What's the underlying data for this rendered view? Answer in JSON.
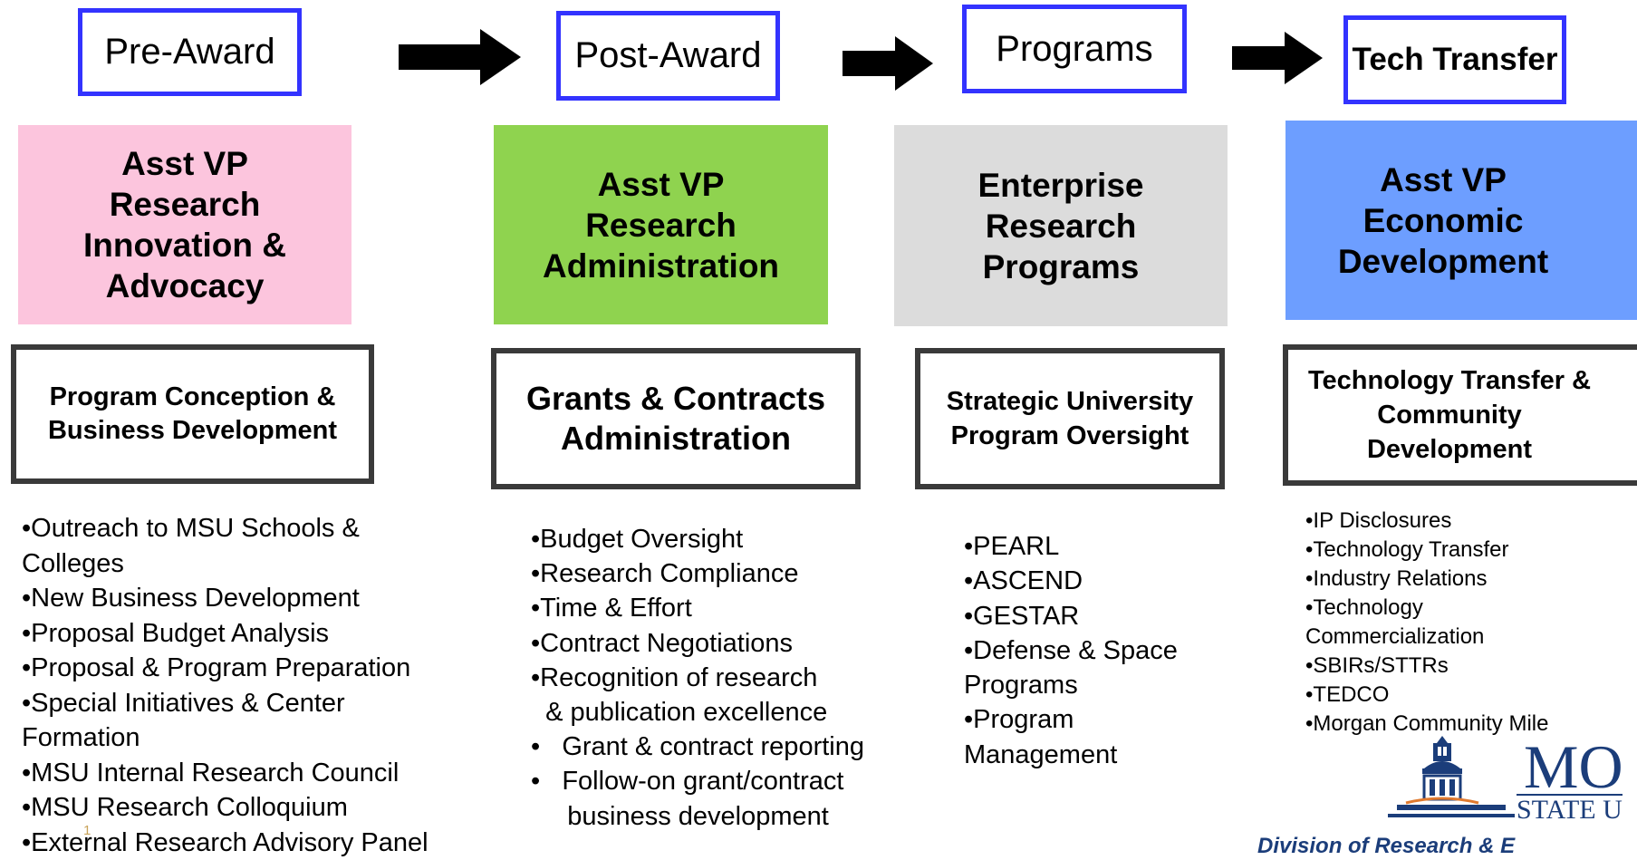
{
  "stages": [
    {
      "label": "Pre-Award"
    },
    {
      "label": "Post-Award"
    },
    {
      "label": "Programs"
    },
    {
      "label": "Tech Transfer"
    }
  ],
  "roles": [
    {
      "label": "Asst VP Research Innovation & Advocacy",
      "color": "#fcc5dd"
    },
    {
      "label": "Asst VP Research Administration",
      "color": "#8fd34f"
    },
    {
      "label": "Enterprise Research Programs",
      "color": "#dcdcdc"
    },
    {
      "label": "Asst VP Economic Development",
      "color": "#6d9eff"
    }
  ],
  "functions": [
    {
      "label": "Program Conception & Business Development"
    },
    {
      "label": "Grants & Contracts Administration"
    },
    {
      "label": "Strategic University Program Oversight"
    },
    {
      "label": "Technology Transfer & Community Development"
    }
  ],
  "lists": {
    "preaward": [
      "•Outreach to MSU Schools &",
      "Colleges",
      "•New Business Development",
      "•Proposal Budget Analysis",
      "•Proposal  & Program Preparation",
      "•Special Initiatives & Center",
      "Formation",
      "•MSU Internal Research Council",
      "•MSU Research Colloquium",
      "•External Research Advisory Panel"
    ],
    "postaward": [
      "•Budget Oversight",
      "•Research Compliance",
      "•Time & Effort",
      "•Contract Negotiations",
      "•Recognition of research",
      "  & publication excellence",
      "•   Grant & contract reporting",
      "•   Follow-on grant/contract",
      "     business development"
    ],
    "programs": [
      "•PEARL",
      "•ASCEND",
      "•GESTAR",
      "•Defense & Space",
      "Programs",
      "•Program",
      "Management"
    ],
    "techtransfer": [
      "•IP Disclosures",
      "•Technology Transfer",
      "•Industry Relations",
      "•Technology",
      "Commercialization",
      "•SBIRs/STTRs",
      "•TEDCO",
      "•Morgan Community Mile"
    ]
  },
  "page_number": "1",
  "logo": {
    "wordmark": "MO",
    "subtitle": "STATE U",
    "division": "Division of Research & E"
  }
}
